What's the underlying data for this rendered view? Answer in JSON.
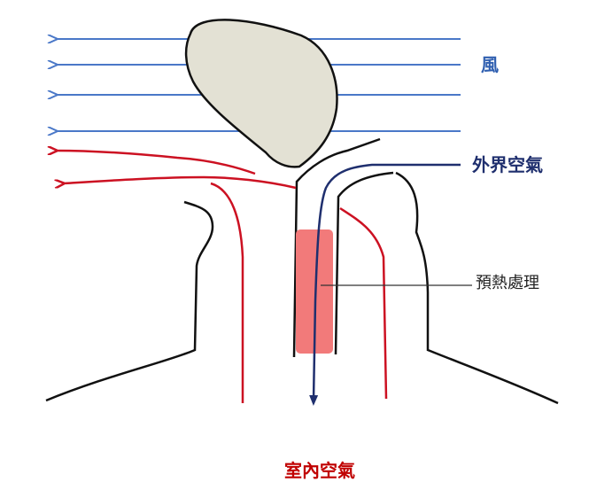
{
  "labels": {
    "wind": "風",
    "outdoor_air": "外界空氣",
    "preheat": "預熱處理",
    "indoor_air": "室內空氣"
  },
  "colors": {
    "wind_arrow": "#4a78c8",
    "warm_flow": "#cc1122",
    "outdoor_flow": "#1f2f6e",
    "preheat_zone": "#f27a7a",
    "boulder": "#e3e1d4",
    "outline": "#111111",
    "indoor_label": "#c00000",
    "outdoor_label": "#1f2f6e",
    "wind_label": "#2f5fb0",
    "preheat_label": "#222222"
  }
}
